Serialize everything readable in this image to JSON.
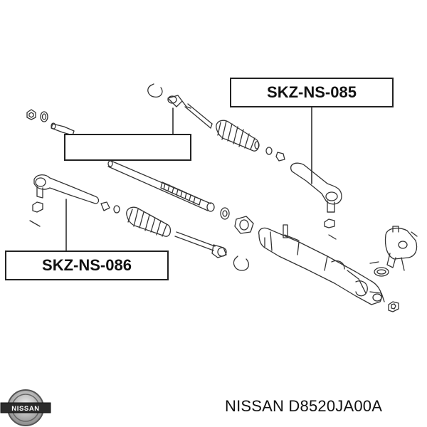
{
  "callouts": {
    "outer_tie_rod_right": "SKZ-NS-085",
    "inner_tie_rod": "",
    "outer_tie_rod_left": "SKZ-NS-086"
  },
  "footer": {
    "part_number": "NISSAN D8520JA00A"
  },
  "logo": {
    "text": "NISSAN"
  }
}
